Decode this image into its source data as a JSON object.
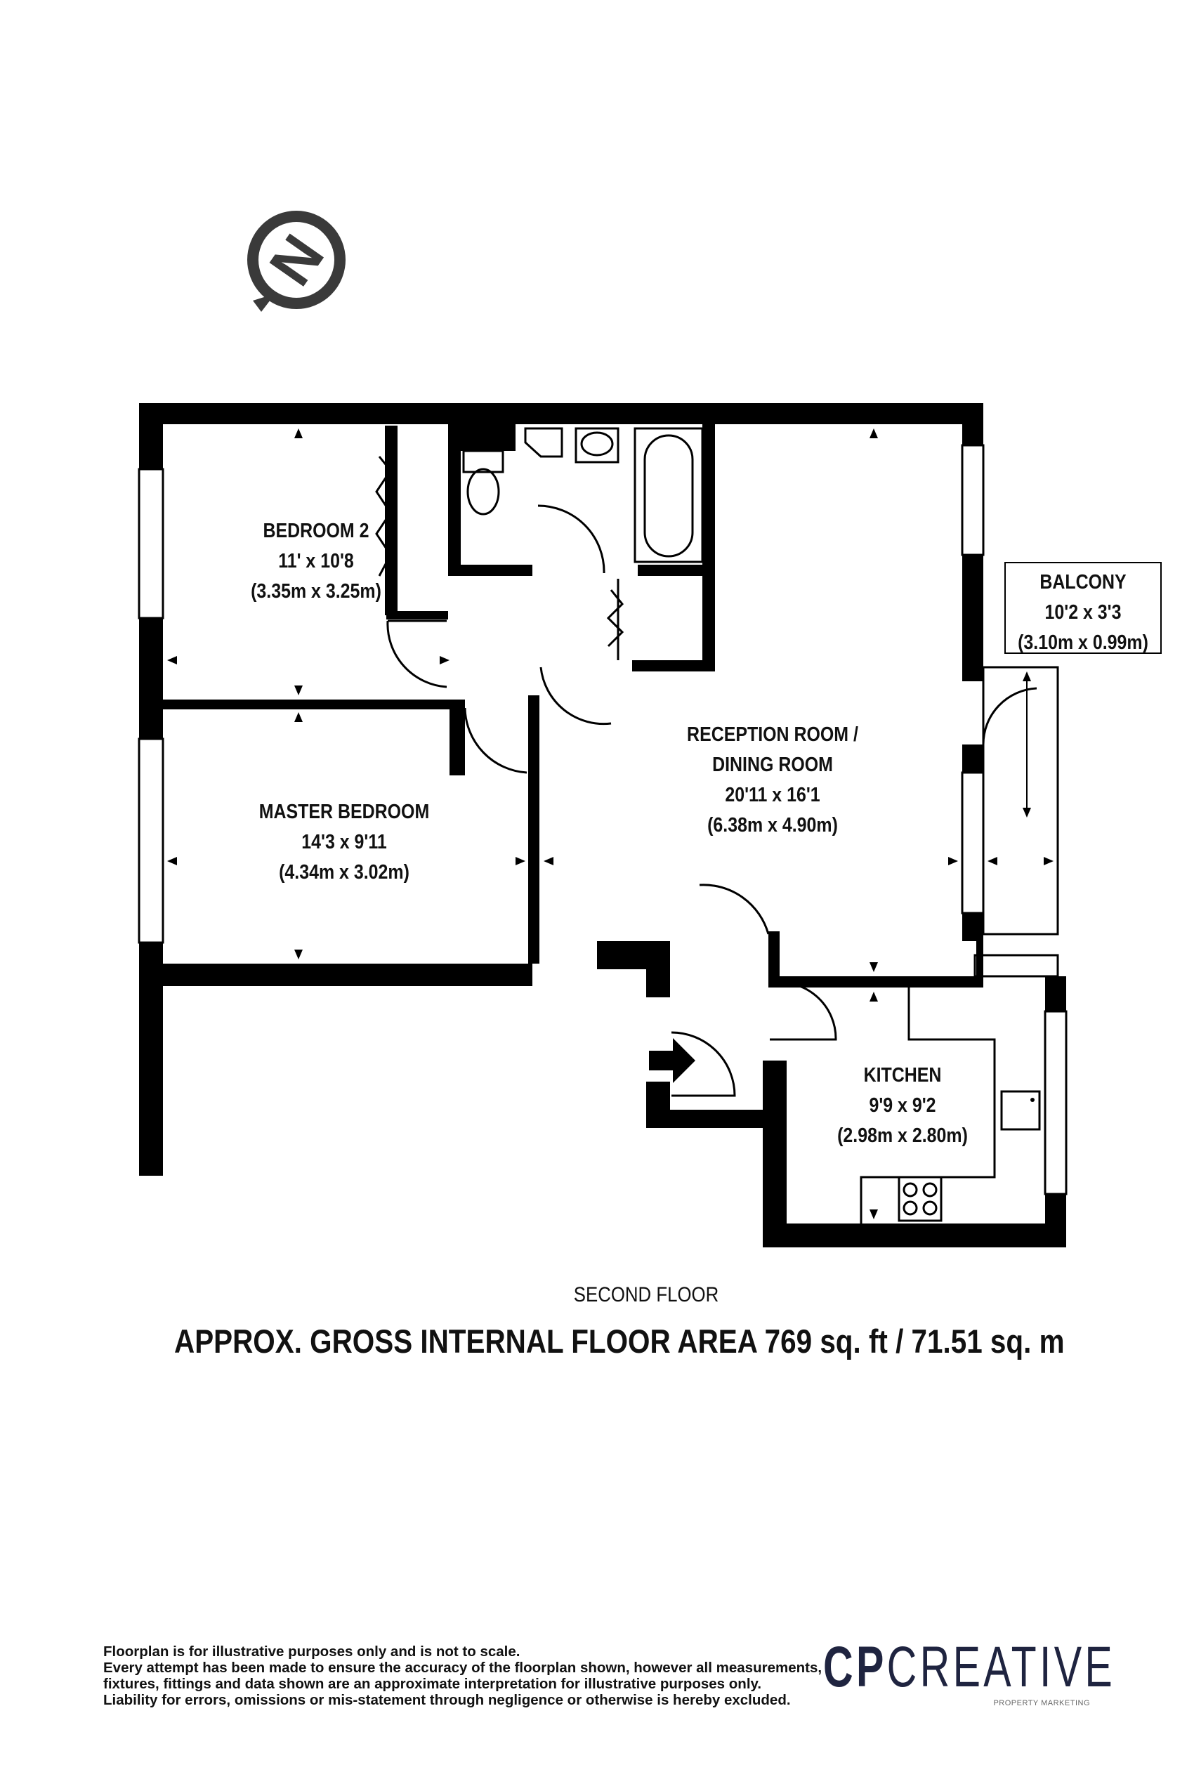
{
  "rooms": {
    "bedroom2": {
      "name": "BEDROOM 2",
      "imperial": "11' x 10'8",
      "metric": "(3.35m x 3.25m)"
    },
    "master": {
      "name": "MASTER BEDROOM",
      "imperial": "14'3 x 9'11",
      "metric": "(4.34m x 3.02m)"
    },
    "reception": {
      "name_line1": "RECEPTION ROOM /",
      "name_line2": "DINING ROOM",
      "imperial": "20'11 x 16'1",
      "metric": "(6.38m x 4.90m)"
    },
    "kitchen": {
      "name": "KITCHEN",
      "imperial": "9'9 x 9'2",
      "metric": "(2.98m x 2.80m)"
    },
    "balcony": {
      "name": "BALCONY",
      "imperial": "10'2 x 3'3",
      "metric": "(3.10m x 0.99m)"
    }
  },
  "floor_name": "SECOND FLOOR",
  "area_summary": "APPROX. GROSS INTERNAL FLOOR AREA 769 sq. ft / 71.51 sq. m",
  "compass": {
    "letter": "N"
  },
  "disclaimer": [
    "Floorplan is for illustrative purposes only and is not to scale.",
    "Every attempt has been made to ensure the accuracy of the floorplan shown, however all measurements,",
    "fixtures, fittings and data shown are an approximate interpretation for illustrative purposes only.",
    "Liability for errors, omissions or mis-statement through negligence or otherwise is hereby excluded."
  ],
  "logo": {
    "bold": "CP",
    "light": "CREATIVE",
    "tagline": "PROPERTY MARKETING"
  },
  "colors": {
    "wall": "#000000",
    "compass": "#3a3a3a",
    "logo": "#1f2440"
  }
}
